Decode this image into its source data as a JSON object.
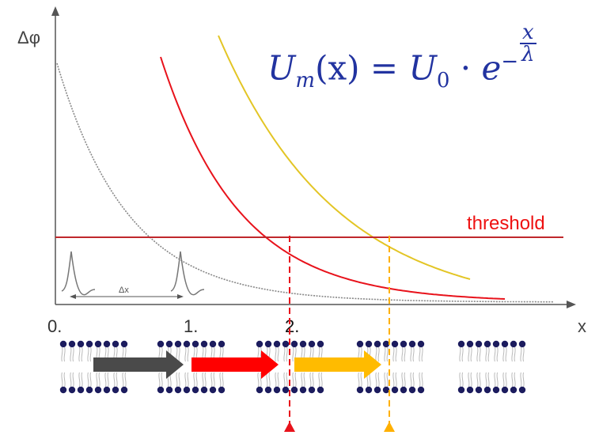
{
  "axes": {
    "y_label": "Δφ",
    "x_label": "x"
  },
  "formula": {
    "lhs_symbol": "U",
    "lhs_sub": "m",
    "lhs_arg": "(x)",
    "equals": "=",
    "rhs_symbol": "U",
    "rhs_sub": "0",
    "dot": "·",
    "base": "e",
    "exp_sign": "−",
    "exp_num": "x",
    "exp_den": "λ"
  },
  "threshold_label": "threshold",
  "positions": [
    "0.",
    "1.",
    "2."
  ],
  "dx_label": "Δx",
  "colors": {
    "gray_curve": "#888888",
    "red_curve": "#e8121b",
    "yellow_curve": "#e3c525",
    "threshold": "#c0282c",
    "formula": "#2233a0",
    "arrow_gray": "#4a4a4a",
    "arrow_red": "#ff0000",
    "arrow_orange": "#ffbb00",
    "lipid_head": "#1c1c5e",
    "red_marker": "#e8121b",
    "orange_marker": "#ffb000"
  }
}
